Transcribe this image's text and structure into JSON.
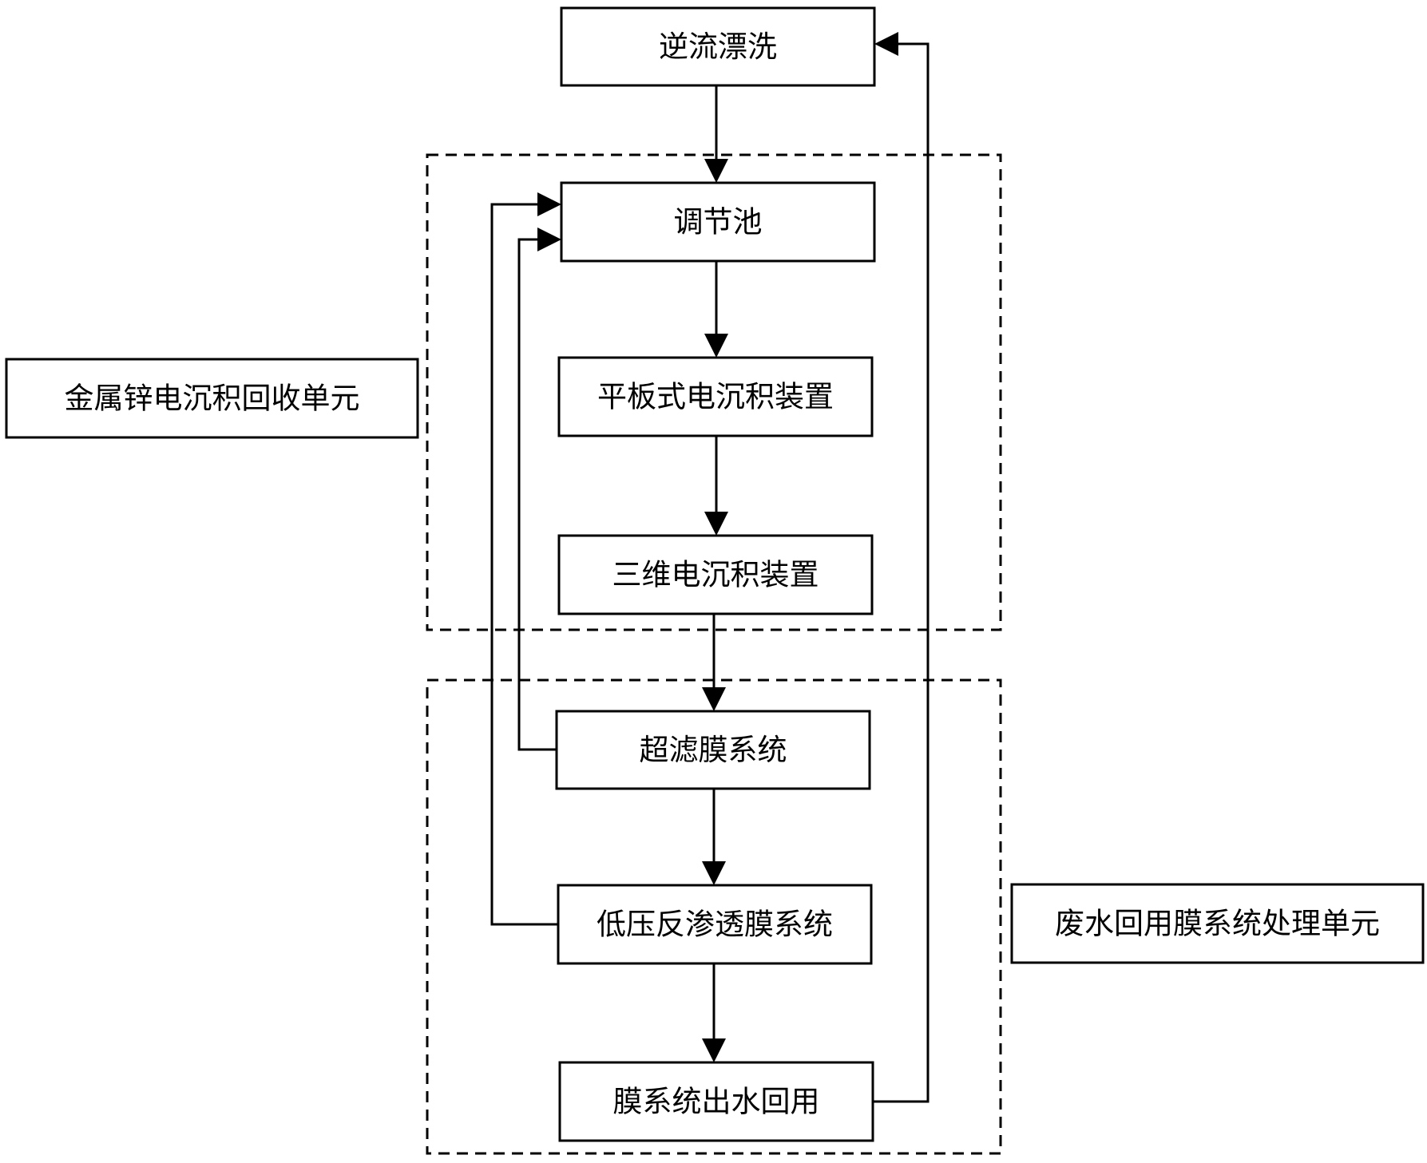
{
  "nodes": {
    "counterflow_rinse": "逆流漂洗",
    "regulating_tank": "调节池",
    "flat_plate_electrodeposition": "平板式电沉积装置",
    "three_d_electrodeposition": "三维电沉积装置",
    "ultrafiltration_system": "超滤膜系统",
    "low_pressure_ro_system": "低压反渗透膜系统",
    "membrane_effluent_reuse": "膜系统出水回用"
  },
  "units": {
    "zinc_recovery_unit": "金属锌电沉积回收单元",
    "wastewater_reuse_unit": "废水回用膜系统处理单元"
  },
  "colors": {
    "line": "#000000",
    "background": "#ffffff"
  }
}
